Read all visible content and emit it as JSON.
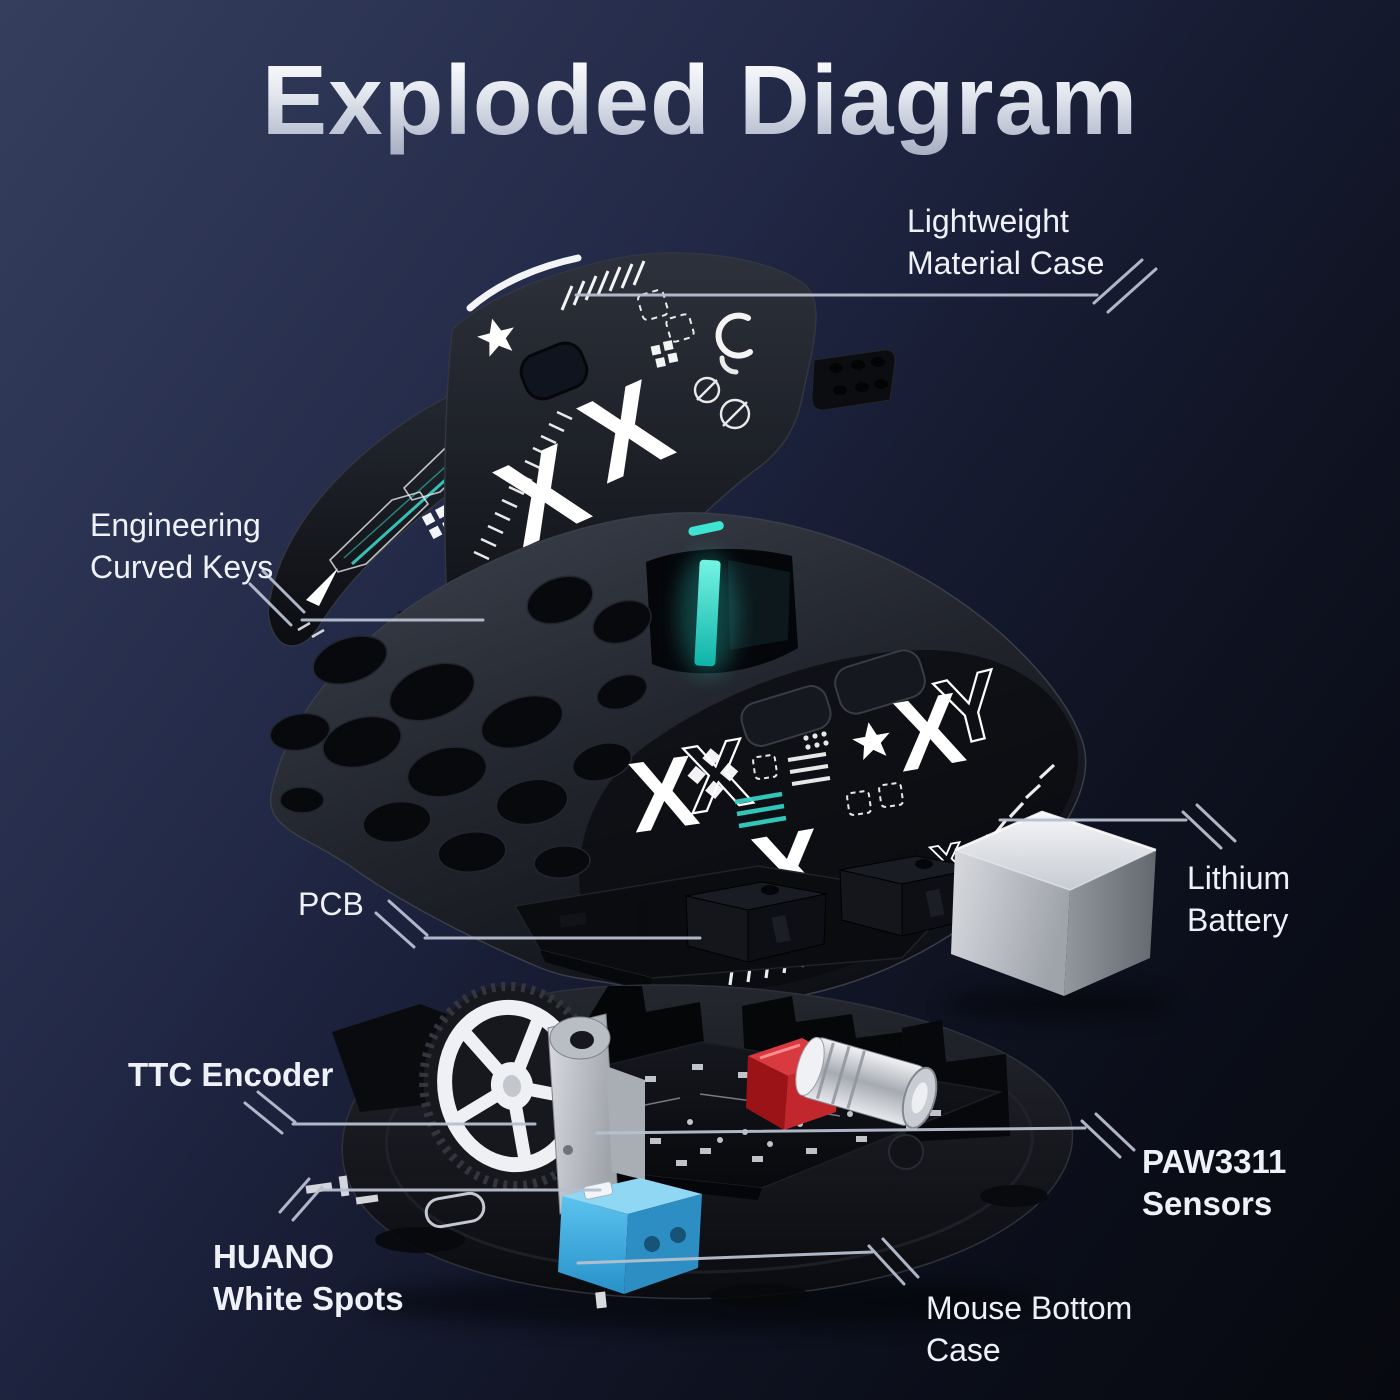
{
  "title": "Exploded Diagram",
  "labels": {
    "lightweight_case": {
      "line1": "Lightweight",
      "line2": "Material Case"
    },
    "curved_keys": {
      "line1": "Engineering",
      "line2": "Curved Keys"
    },
    "pcb": {
      "line1": "PCB"
    },
    "lithium_battery": {
      "line1": "Lithium",
      "line2": "Battery"
    },
    "ttc_encoder": {
      "line1": "TTC Encoder"
    },
    "paw_sensors": {
      "line1": "PAW3311",
      "line2": "Sensors"
    },
    "huano_spots": {
      "line1": "HUANO",
      "line2": "White Spots"
    },
    "bottom_case": {
      "line1": "Mouse Bottom",
      "line2": "Case"
    }
  },
  "colors": {
    "background_top": "#363e5e",
    "background_bottom": "#07090f",
    "title_gradient_top": "#ffffff",
    "title_gradient_bottom": "#aab2c6",
    "label_text": "#eef1f7",
    "callout_line": "#b7c0d0",
    "accent_teal": "#3fe3d2",
    "switch_blue": "#3fb9ea",
    "component_red": "#d83a40",
    "battery_silver": "#c9ccd2",
    "shell_black": "#14161c"
  }
}
